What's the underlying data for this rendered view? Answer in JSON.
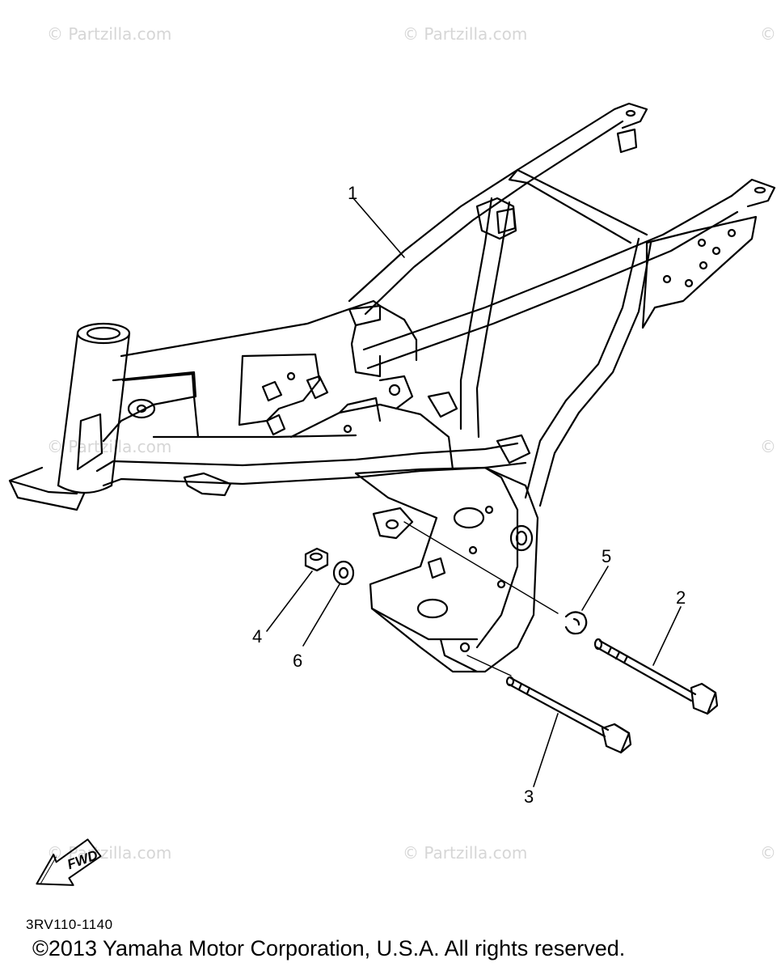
{
  "watermark": "© Partzilla.com",
  "watermark_edge": "©",
  "callouts": {
    "frame": "1",
    "bolt_upper": "2",
    "bolt_lower": "3",
    "nut": "4",
    "clip": "5",
    "washer": "6"
  },
  "fwd_arrow_label": "FWD",
  "diagram_code": "3RV110-1140",
  "copyright": "©2013 Yamaha Motor Corporation, U.S.A. All rights reserved.",
  "colors": {
    "line": "#000000",
    "watermark": "#d6d6d6",
    "background": "#ffffff"
  }
}
